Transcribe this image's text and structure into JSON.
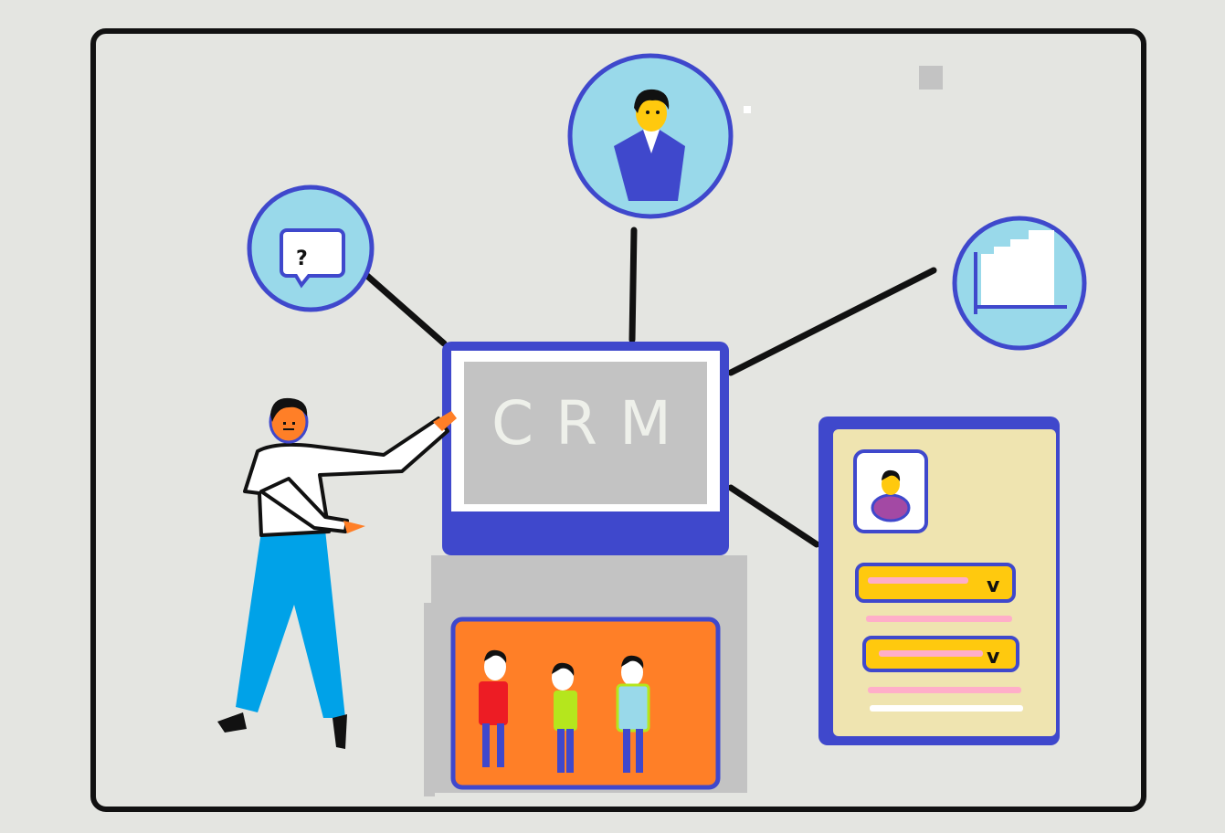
{
  "screen": {
    "label": "CRM",
    "support_bubble_glyph": "?"
  },
  "colors": {
    "background": "#e4e5e1",
    "frame": "#111111",
    "accent_blue": "#3f48cc",
    "circle_fill": "#99d9ea",
    "face_yellow": "#ffc90e",
    "screen_gray": "#c3c3c3",
    "team_panel": "#ff7f27",
    "profile_card": "#efe4b0",
    "pants_blue": "#00a2e8",
    "skin_orange": "#ff7f27"
  },
  "icons": [
    "support-chat-icon",
    "customer-profile-icon",
    "analytics-chart-icon",
    "crm-monitor-icon",
    "team-icon",
    "profile-card-icon"
  ],
  "profile_card": {
    "checklist_marks": [
      "v",
      "v"
    ]
  }
}
